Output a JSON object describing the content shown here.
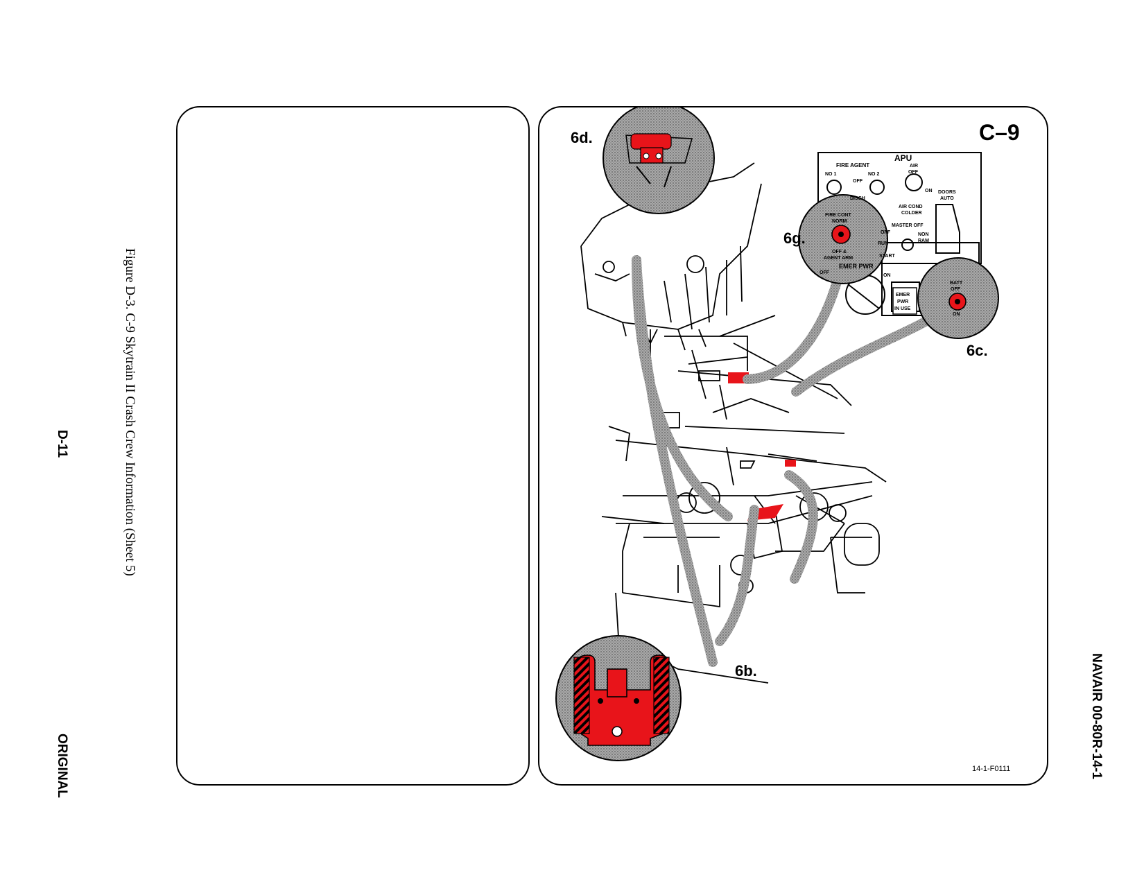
{
  "page": {
    "figure_caption": "Figure D-3.   C-9 Skytrain II Crash Crew Information (Sheet 5)",
    "page_number": "D-11",
    "status": "ORIGINAL",
    "document_number": "NAVAIR 00-80R-14-1"
  },
  "diagram": {
    "aircraft": "C–9",
    "figure_code": "14-1-F0111",
    "callouts": [
      "6d.",
      "6g.",
      "6c.",
      "6b."
    ],
    "apu_panel": {
      "title": "APU",
      "fire_agent": "FIRE AGENT",
      "no1": "NO 1",
      "no2": "NO 2",
      "off": "OFF",
      "disch": "DISCH",
      "air": "AIR",
      "air_off": "OFF",
      "air_on": "ON",
      "doors": "DOORS",
      "auto": "AUTO",
      "air_cond": "AIR COND",
      "colder": "COLDER",
      "master_off": "MASTER OFF",
      "non_ram": "NON",
      "ram": "RAM",
      "start": "START",
      "run": "RUN",
      "fire_cont": "FIRE CONT",
      "norm": "NORM",
      "off_agent_arm": "OFF &",
      "agent_arm": "AGENT ARM",
      "emer_pwr": "EMER PWR",
      "emer_off": "OFF",
      "emer_on": "ON"
    },
    "batt_panel": {
      "batt": "BATT",
      "off": "OFF",
      "on": "ON",
      "emer": "EMER",
      "pwr": "PWR",
      "in_use": "IN USE"
    },
    "colors": {
      "highlight": "#e8141a",
      "halftone": "#8a8a8a",
      "line": "#000000"
    }
  }
}
